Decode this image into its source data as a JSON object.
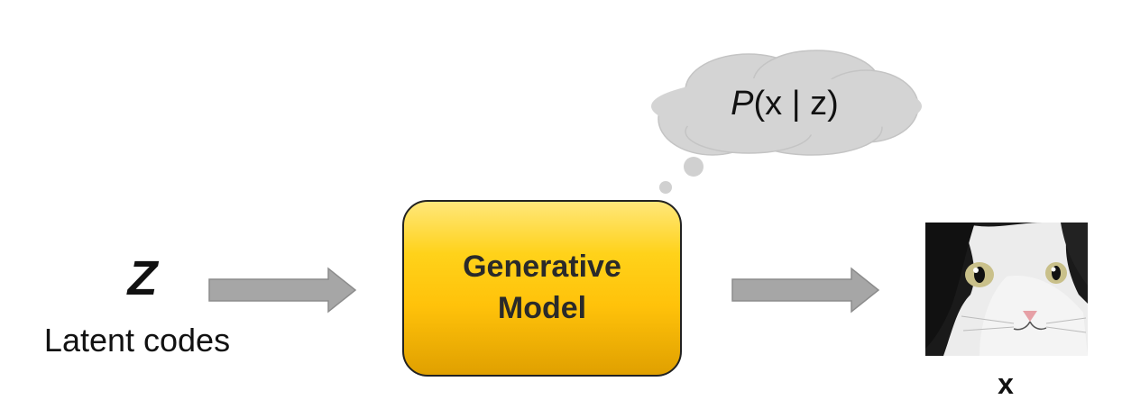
{
  "latent": {
    "symbol": "Z",
    "caption": "Latent codes"
  },
  "model": {
    "label": "Generative\nModel"
  },
  "thought": {
    "prefix": "P",
    "rest": "(x | z)"
  },
  "output": {
    "caption": "x",
    "image": "cat-face-photo"
  },
  "colors": {
    "arrow": "#a6a6a6",
    "box_top": "#ffe77a",
    "box_bottom": "#e0a000",
    "cloud": "#d4d4d4"
  }
}
